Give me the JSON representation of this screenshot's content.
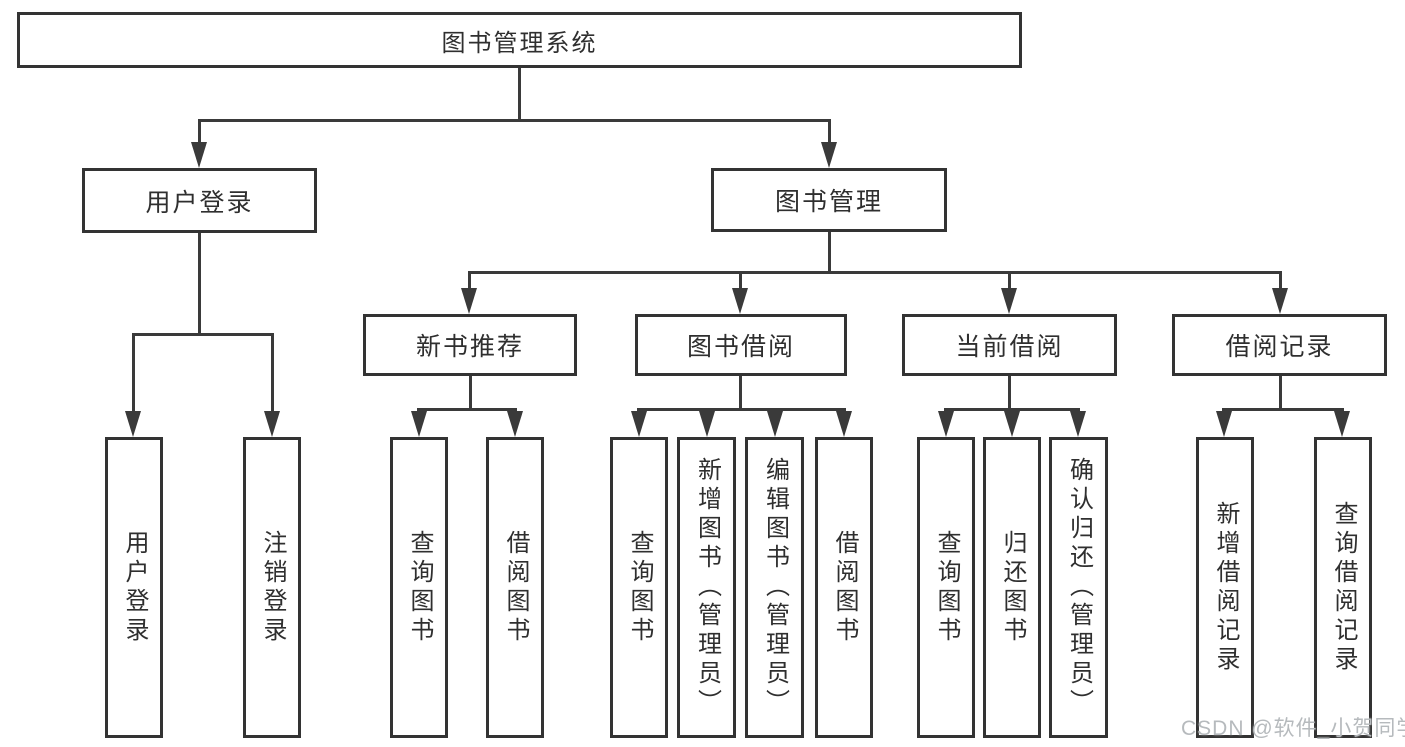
{
  "diagram": {
    "title": "图书管理系统",
    "root": {
      "label": "图书管理系统"
    },
    "level2": [
      {
        "label": "用户登录"
      },
      {
        "label": "图书管理"
      }
    ],
    "level3": [
      {
        "label": "新书推荐"
      },
      {
        "label": "图书借阅"
      },
      {
        "label": "当前借阅"
      },
      {
        "label": "借阅记录"
      }
    ],
    "leaves": {
      "user_login": [
        {
          "label": "用户登录"
        },
        {
          "label": "注销登录"
        }
      ],
      "new_book_recommend": [
        {
          "label": "查询图书"
        },
        {
          "label": "借阅图书"
        }
      ],
      "book_borrowing": [
        {
          "label": "查询图书"
        },
        {
          "label": "新增图书（管理员）"
        },
        {
          "label": "编辑图书（管理员）"
        },
        {
          "label": "借阅图书"
        }
      ],
      "current_borrowing": [
        {
          "label": "查询图书"
        },
        {
          "label": "归还图书"
        },
        {
          "label": "确认归还（管理员）"
        }
      ],
      "borrowing_records": [
        {
          "label": "新增借阅记录"
        },
        {
          "label": "查询借阅记录"
        }
      ]
    },
    "colors": {
      "line": "#3a3a3a",
      "box_border": "#333333",
      "box_fill": "#ffffff",
      "text": "#2f2f2f",
      "watermark": "#b6babd"
    }
  },
  "watermark": {
    "text": "CSDN @软件_小贺同学"
  }
}
